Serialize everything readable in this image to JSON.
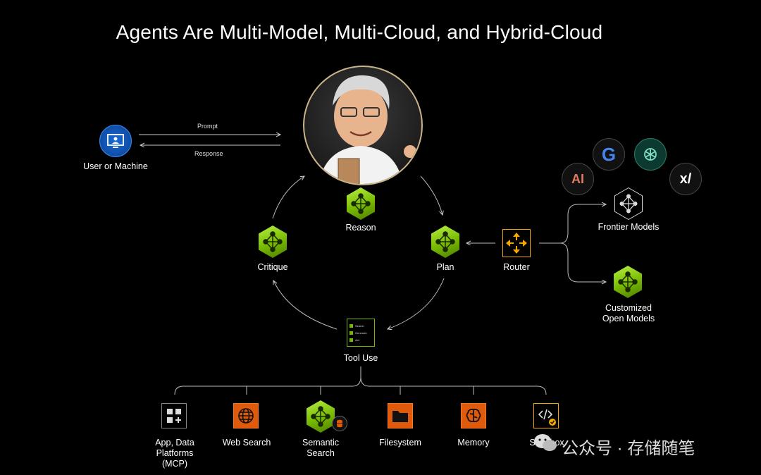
{
  "title": "Agents Are Multi-Model, Multi-Cloud, and Hybrid-Cloud",
  "user": {
    "label": "User or Machine",
    "prompt": "Prompt",
    "response": "Response",
    "icon": "monitor-user-icon"
  },
  "cycle": {
    "reason": "Reason",
    "plan": "Plan",
    "critique": "Critique",
    "tool_use": "Tool Use",
    "tool_items": [
      "Search",
      "Generate",
      "Act"
    ]
  },
  "router": {
    "label": "Router",
    "icon": "router-arrows-icon",
    "color": "#f5a800"
  },
  "models": {
    "frontier": "Frontier Models",
    "custom_line1": "Customized",
    "custom_line2": "Open Models",
    "logos": [
      "anthropic-logo",
      "google-logo",
      "openai-logo",
      "xai-logo"
    ],
    "anthropic_text": "AI",
    "google_text": "G",
    "xai_text": "x/"
  },
  "tools": [
    {
      "line1": "App, Data",
      "line2": "Platforms",
      "line3": "(MCP)",
      "icon": "grid-plus-icon"
    },
    {
      "line1": "Web Search",
      "icon": "globe-icon"
    },
    {
      "line1": "Semantic",
      "line2": "Search",
      "icon": "semantic-search-icon"
    },
    {
      "line1": "Filesystem",
      "icon": "folder-icon"
    },
    {
      "line1": "Memory",
      "icon": "brain-icon"
    },
    {
      "line1": "Sandbox",
      "icon": "code-check-icon"
    }
  ],
  "watermark": "公众号 · 存储随笔",
  "colors": {
    "accent_green": "#76b900",
    "accent_orange": "#e05a0c",
    "line": "#bbbbbb"
  }
}
